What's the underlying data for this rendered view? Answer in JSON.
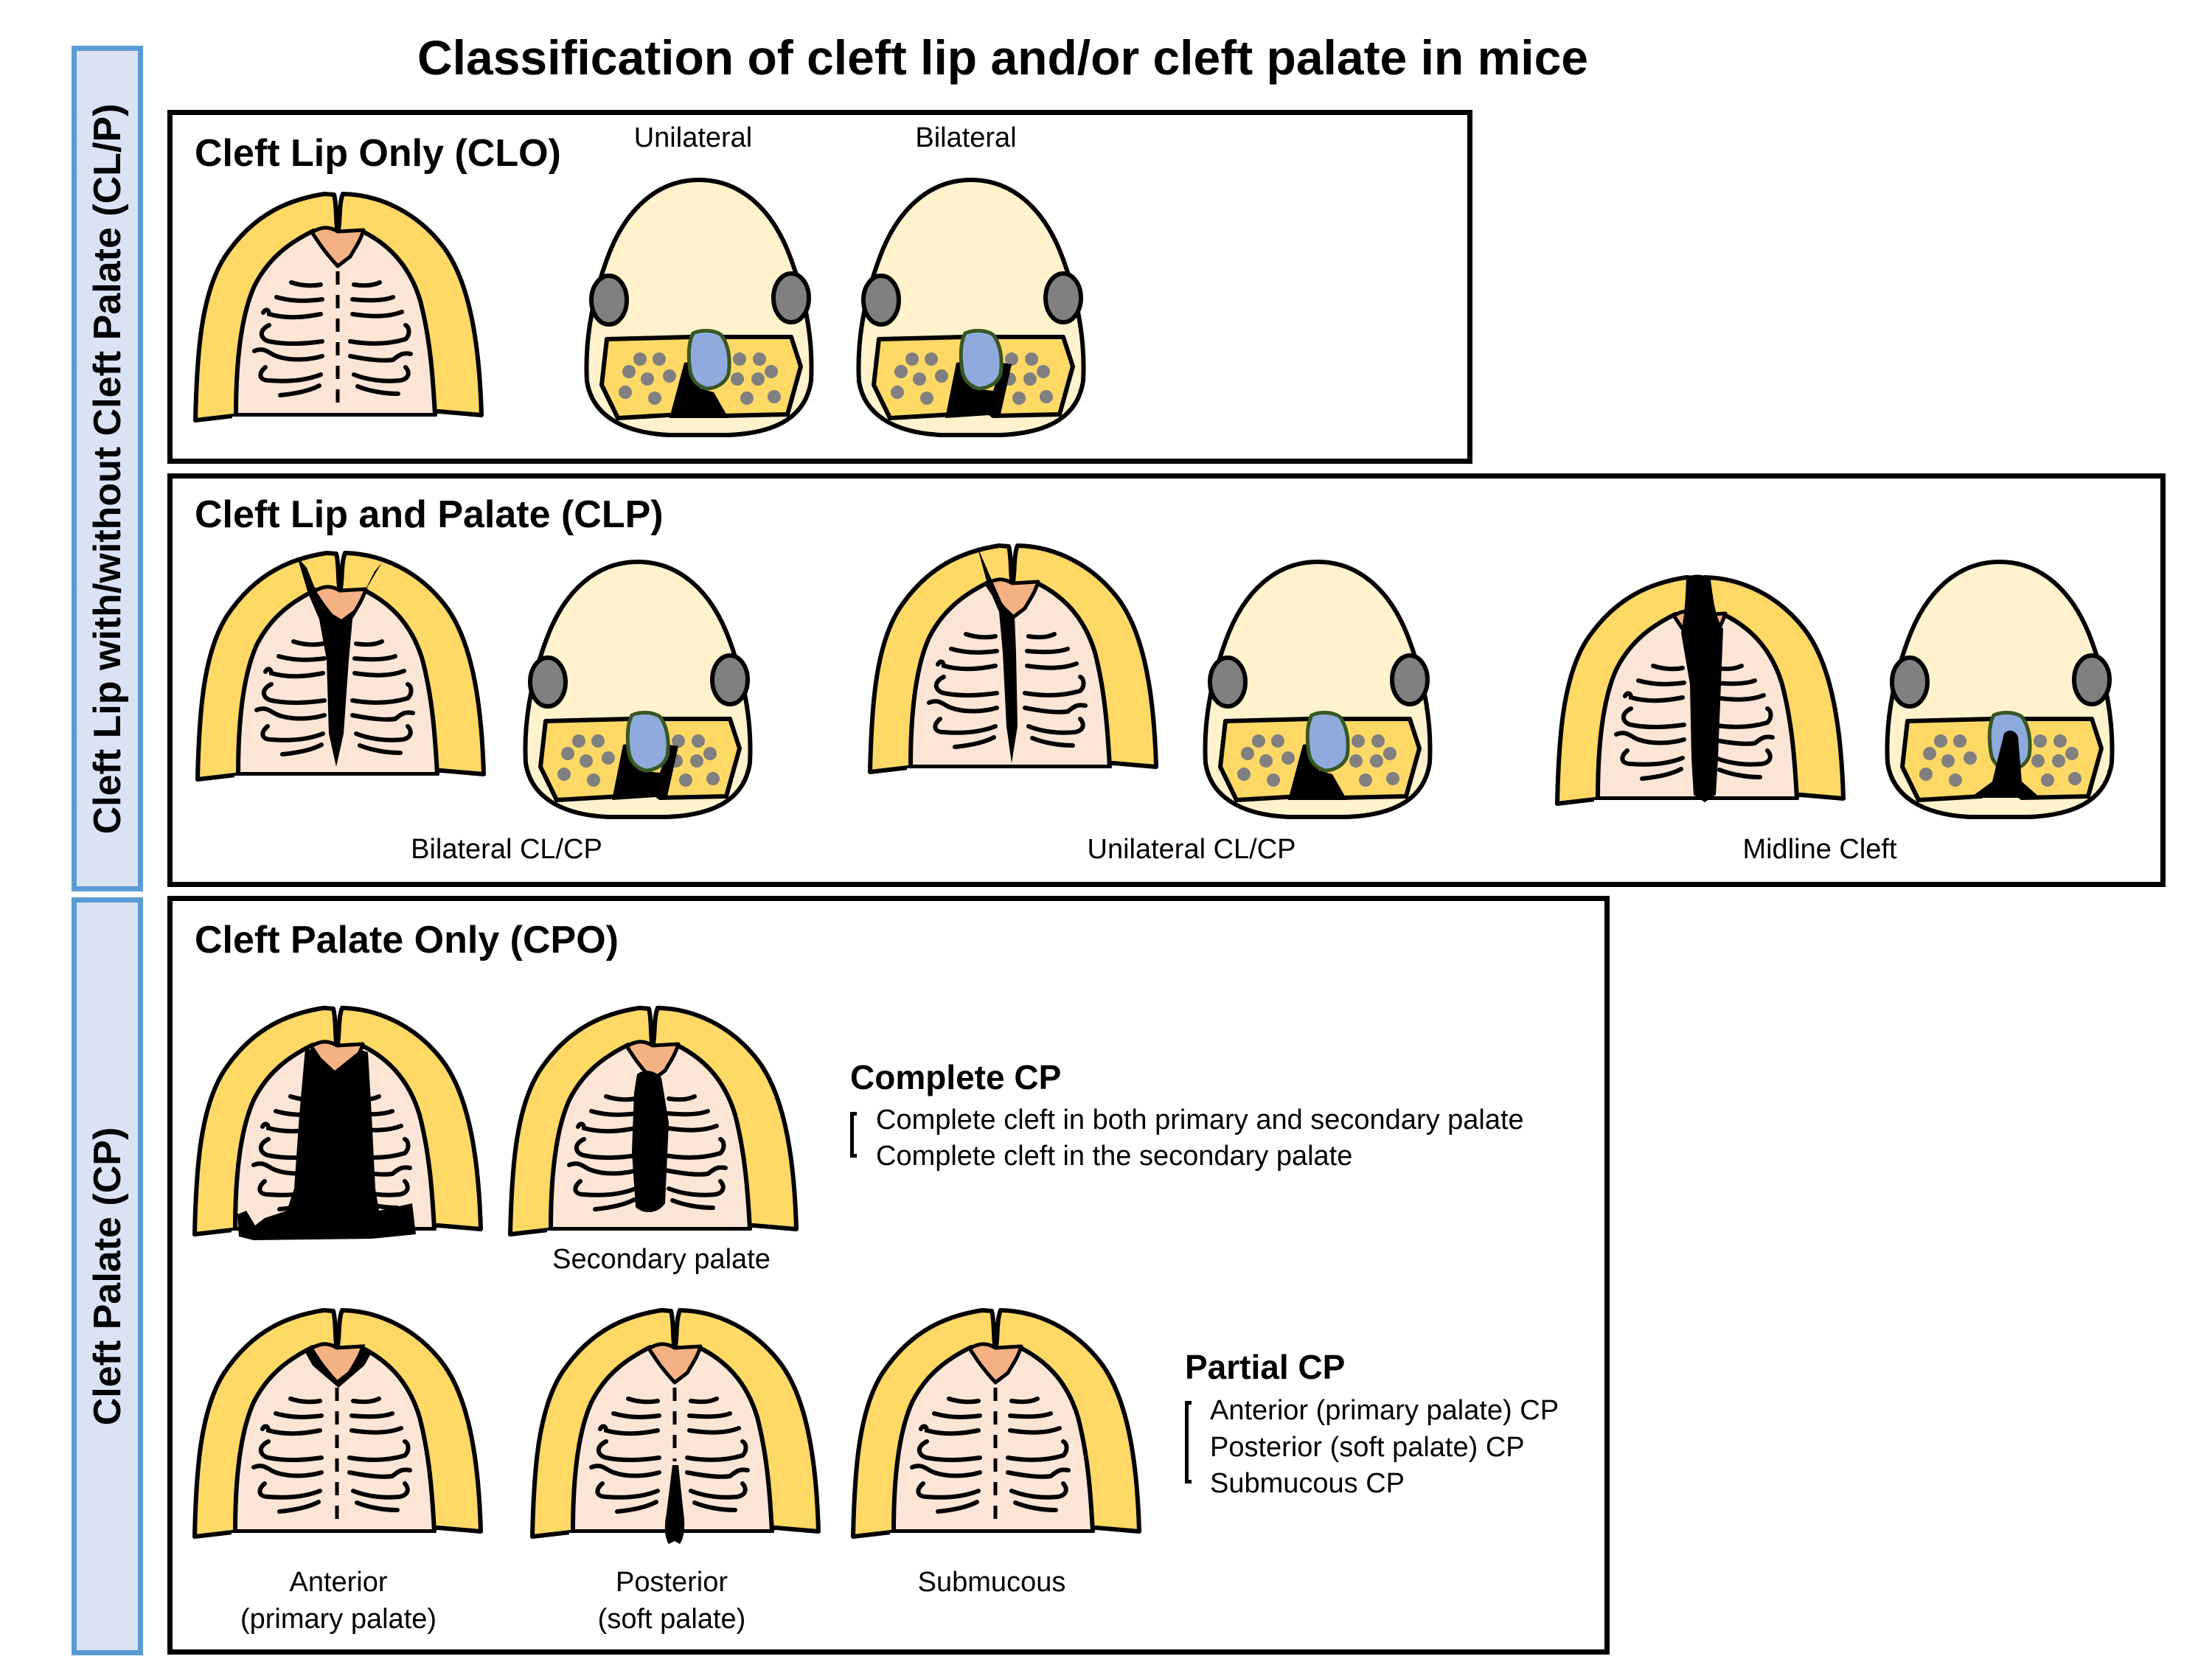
{
  "title": "Classification of cleft lip and/or cleft palate in mice",
  "side_groups": [
    {
      "label": "Cleft Lip with/without Cleft Palate (CL/P)"
    },
    {
      "label": "Cleft Palate (CP)"
    }
  ],
  "panels": {
    "clo": {
      "title": "Cleft Lip Only (CLO)",
      "labels": {
        "unilateral": "Unilateral",
        "bilateral": "Bilateral"
      }
    },
    "clp": {
      "title": "Cleft Lip and Palate (CLP)",
      "labels": {
        "bilateral": "Bilateral CL/CP",
        "unilateral": "Unilateral CL/CP",
        "midline": "Midline Cleft"
      }
    },
    "cpo": {
      "title": "Cleft Palate Only (CPO)",
      "secondary_label": "Secondary palate",
      "complete": {
        "heading": "Complete CP",
        "items": [
          "Complete cleft in both primary and secondary palate",
          "Complete cleft in the secondary palate"
        ]
      },
      "partial": {
        "heading": "Partial CP",
        "items": [
          "Anterior (primary palate) CP",
          "Posterior (soft palate) CP",
          "Submucous CP"
        ]
      },
      "bottom_labels": {
        "anterior": [
          "Anterior",
          "(primary palate)"
        ],
        "posterior": [
          "Posterior",
          "(soft palate)"
        ],
        "submucous": [
          "Submucous"
        ]
      }
    }
  },
  "colors": {
    "lip_yellow": "#FED966",
    "palate_pink": "#FBE5D6",
    "primary_palate_orange": "#F4B183",
    "head_cream": "#FFF2CC",
    "eye_gray": "#808080",
    "nose_blue": "#8FAADC",
    "nose_outline_green": "#385723",
    "side_box_fill": "#DAE3F3",
    "side_box_border": "#5B9BD5",
    "cleft_black": "#000000"
  }
}
